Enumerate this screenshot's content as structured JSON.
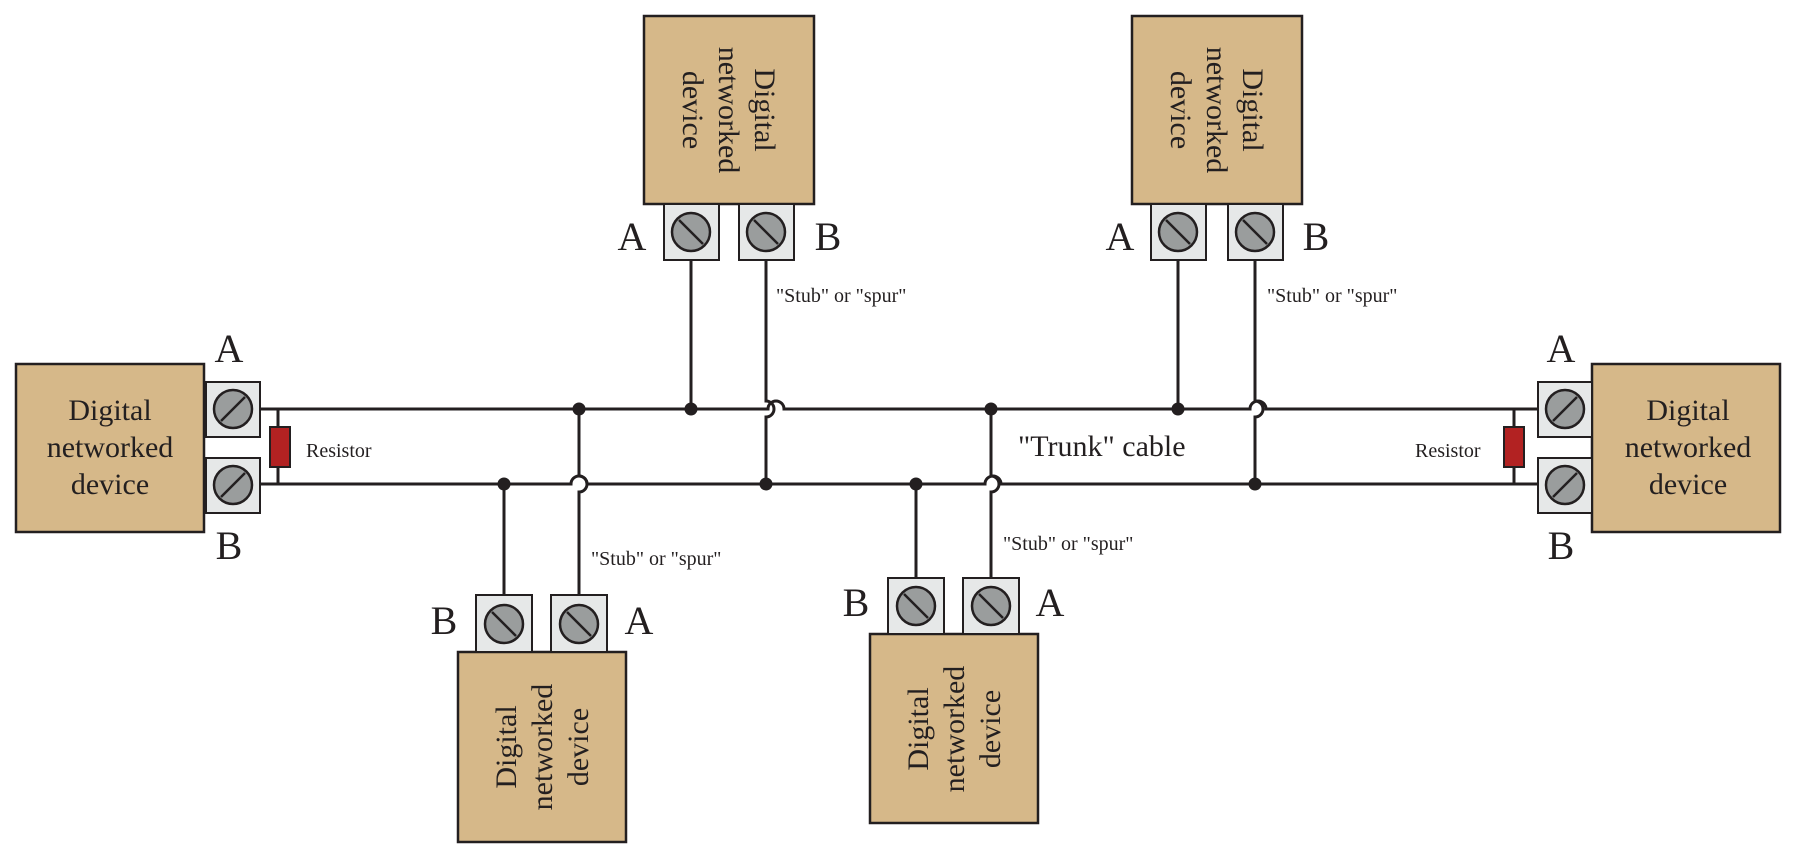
{
  "device_label": [
    "Digital",
    "networked",
    "device"
  ],
  "terminals": {
    "a": "A",
    "b": "B"
  },
  "resistor_label": "Resistor",
  "spur_label": "\"Stub\" or \"spur\"",
  "trunk_label": "\"Trunk\" cable",
  "colors": {
    "device_fill": "#d6b889",
    "terminal_fill": "#e6e8e8",
    "screw_fill": "#9a9d9d",
    "resistor_fill": "#b22222",
    "wire": "#231f20"
  }
}
